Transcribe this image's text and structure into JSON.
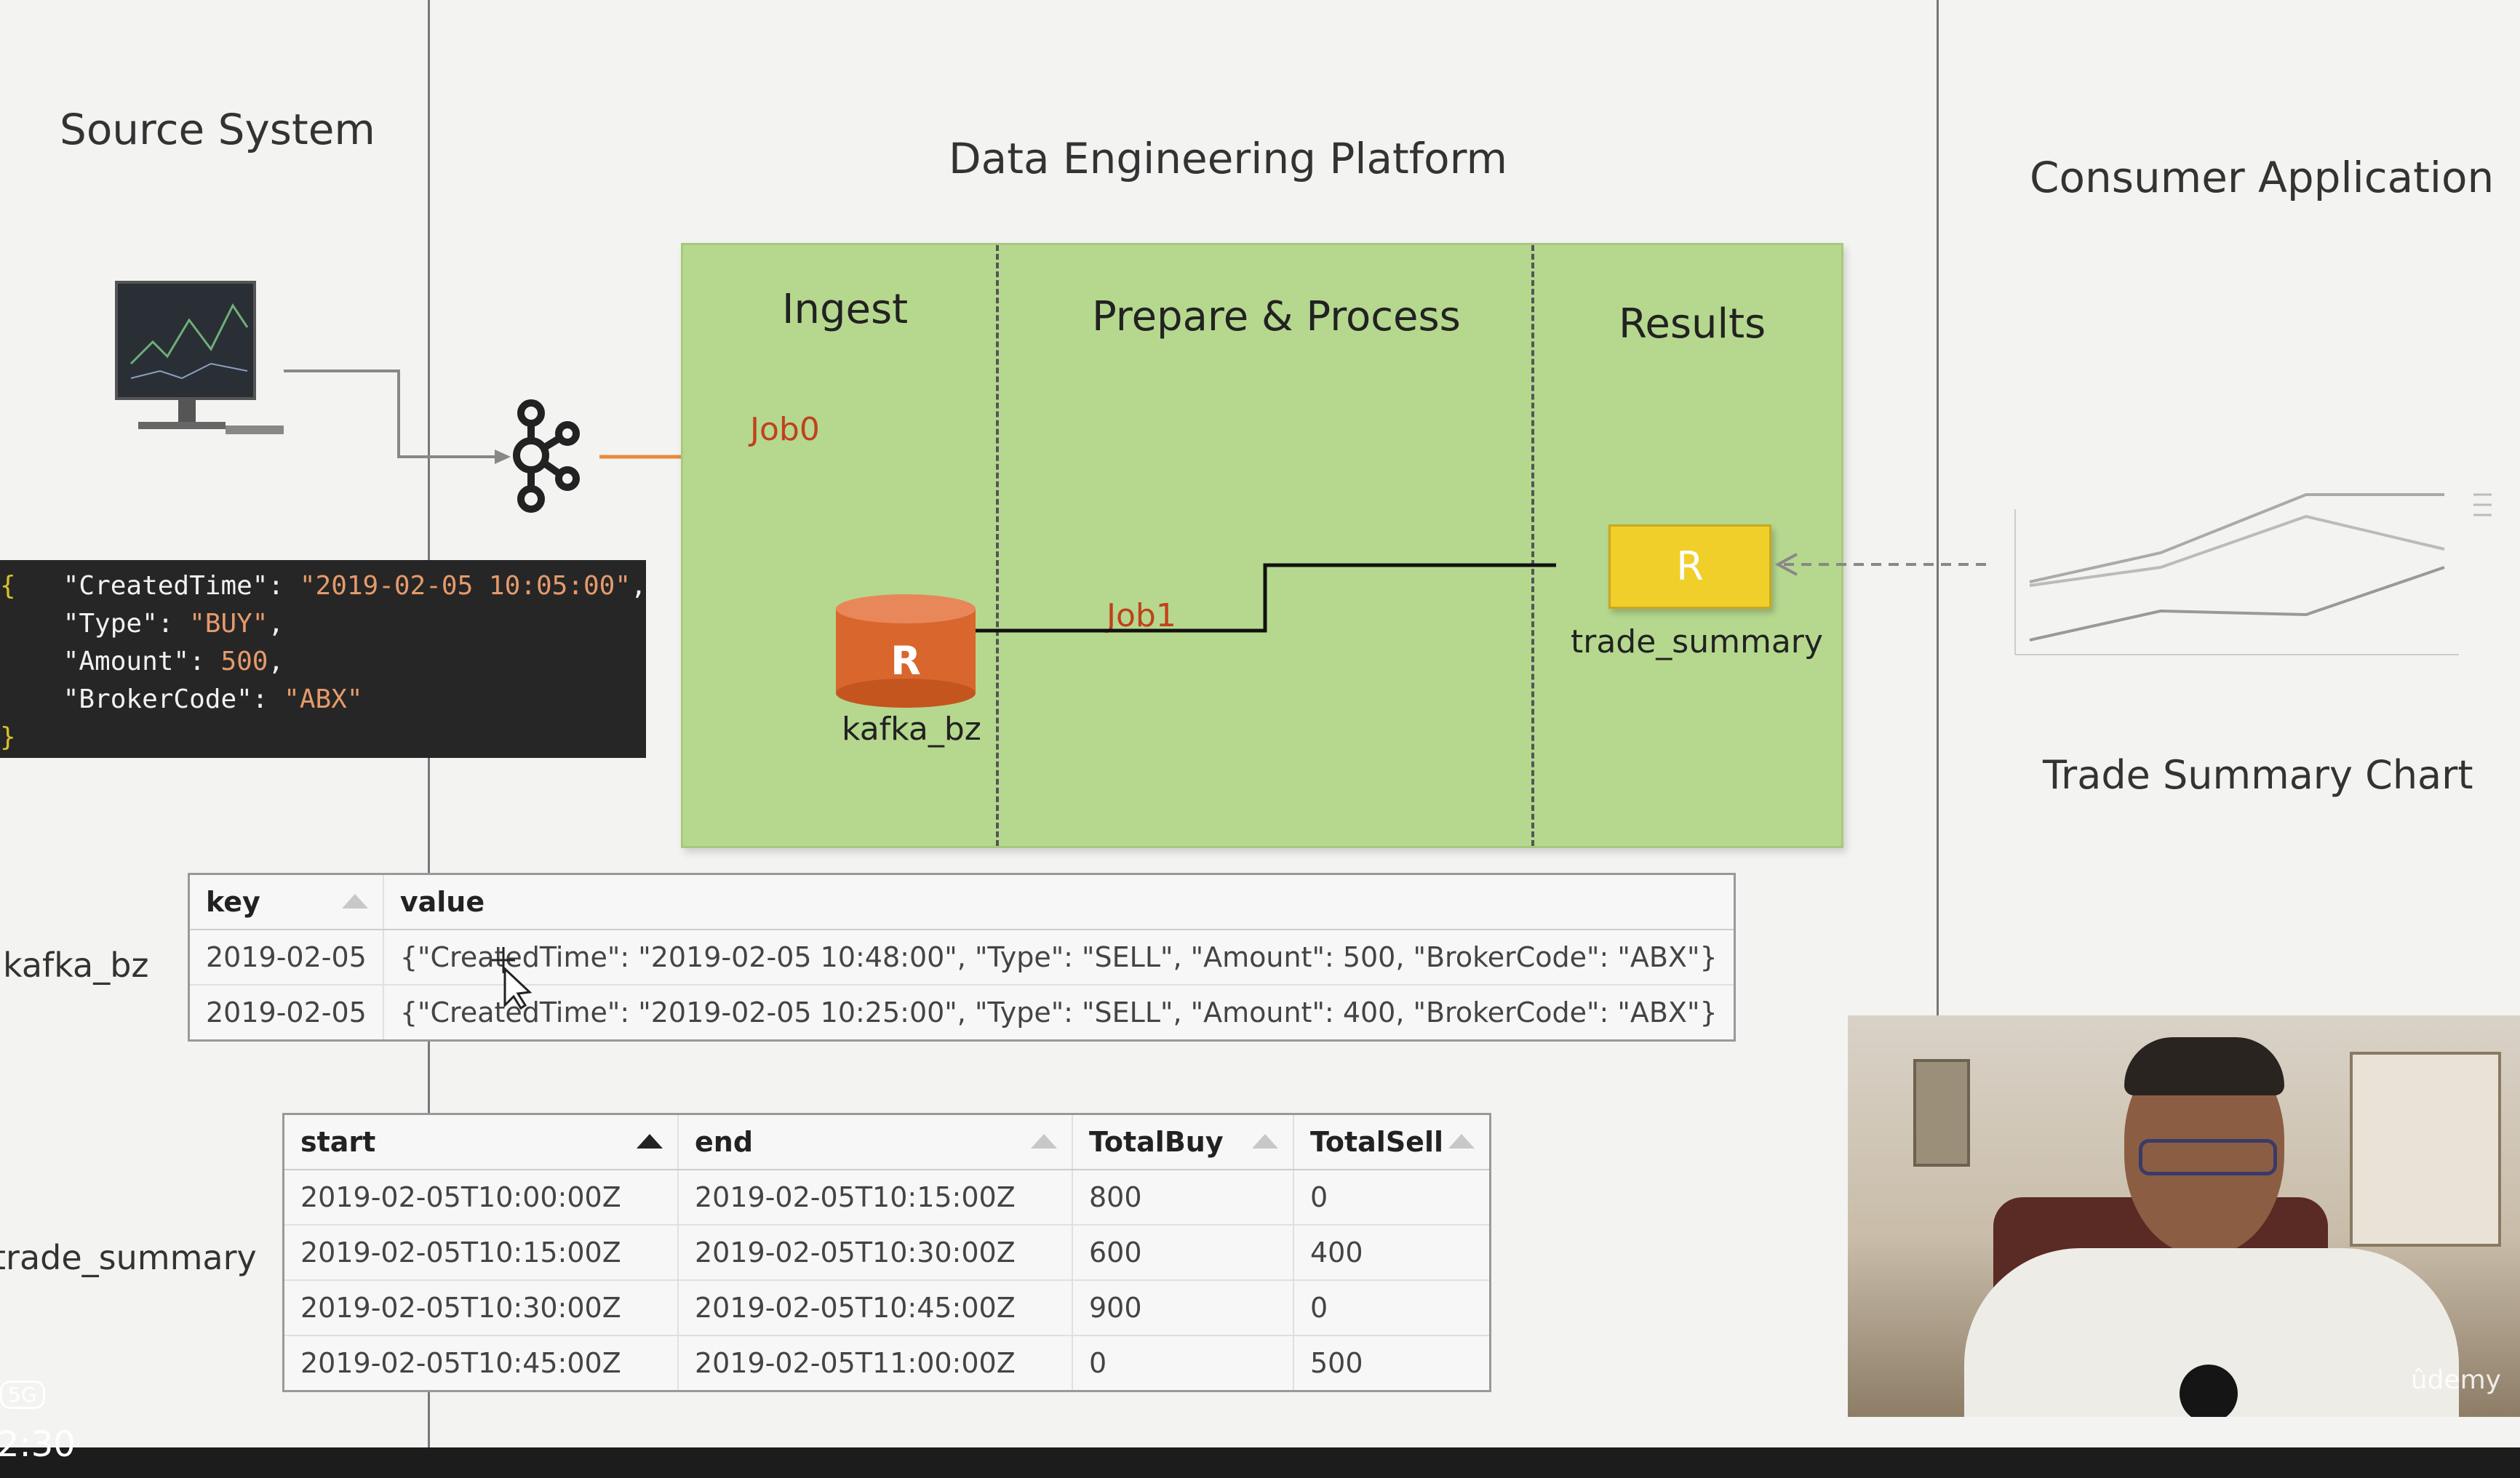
{
  "slide": {
    "source_title": "Source System",
    "platform_title": "Data Engineering Platform",
    "consumer_title": "Consumer Application",
    "zones": [
      "Ingest",
      "Prepare & Process",
      "Results"
    ],
    "jobs": [
      "Job0",
      "Job1"
    ],
    "kafka_node_label": "kafka_bz",
    "kafka_node_letter": "R",
    "summary_node_label": "trade_summary",
    "summary_node_letter": "R",
    "chart_caption": "Trade Summary Chart"
  },
  "json_sample": {
    "open": "{",
    "close": "}",
    "lines": [
      {
        "key": "\"CreatedTime\"",
        "value": "\"2019-02-05 10:05:00\"",
        "sep": ","
      },
      {
        "key": "\"Type\"",
        "value": "\"BUY\"",
        "sep": ","
      },
      {
        "key": "\"Amount\"",
        "value": "500",
        "sep": ","
      },
      {
        "key": "\"BrokerCode\"",
        "value": "\"ABX\"",
        "sep": ""
      }
    ]
  },
  "kafka_table": {
    "row_label": "kafka_bz",
    "columns": [
      "key",
      "value"
    ],
    "rows": [
      [
        "2019-02-05",
        "{\"CreatedTime\": \"2019-02-05 10:48:00\", \"Type\": \"SELL\", \"Amount\": 500, \"BrokerCode\": \"ABX\"}"
      ],
      [
        "2019-02-05",
        "{\"CreatedTime\": \"2019-02-05 10:25:00\", \"Type\": \"SELL\", \"Amount\": 400, \"BrokerCode\": \"ABX\"}"
      ]
    ]
  },
  "summary_table": {
    "row_label": "trade_summary",
    "columns": [
      "start",
      "end",
      "TotalBuy",
      "TotalSell"
    ],
    "rows": [
      [
        "2019-02-05T10:00:00Z",
        "2019-02-05T10:15:00Z",
        "800",
        "0"
      ],
      [
        "2019-02-05T10:15:00Z",
        "2019-02-05T10:30:00Z",
        "600",
        "400"
      ],
      [
        "2019-02-05T10:30:00Z",
        "2019-02-05T10:45:00Z",
        "900",
        "0"
      ],
      [
        "2019-02-05T10:45:00Z",
        "2019-02-05T11:00:00Z",
        "0",
        "500"
      ]
    ]
  },
  "overlay": {
    "timestamp": "2:30",
    "watermark": "ûdemy",
    "badge": "5G"
  },
  "colors": {
    "green_zone": "#b5d88e",
    "kafka_node": "#d9662d",
    "summary_node": "#f0cf2a",
    "job_label": "#c0411c",
    "kafka_line": "#e88a3c"
  },
  "icons": [
    "monitor-icon",
    "kafka-icon",
    "sort-ascending-icon",
    "mouse-cursor-icon"
  ]
}
